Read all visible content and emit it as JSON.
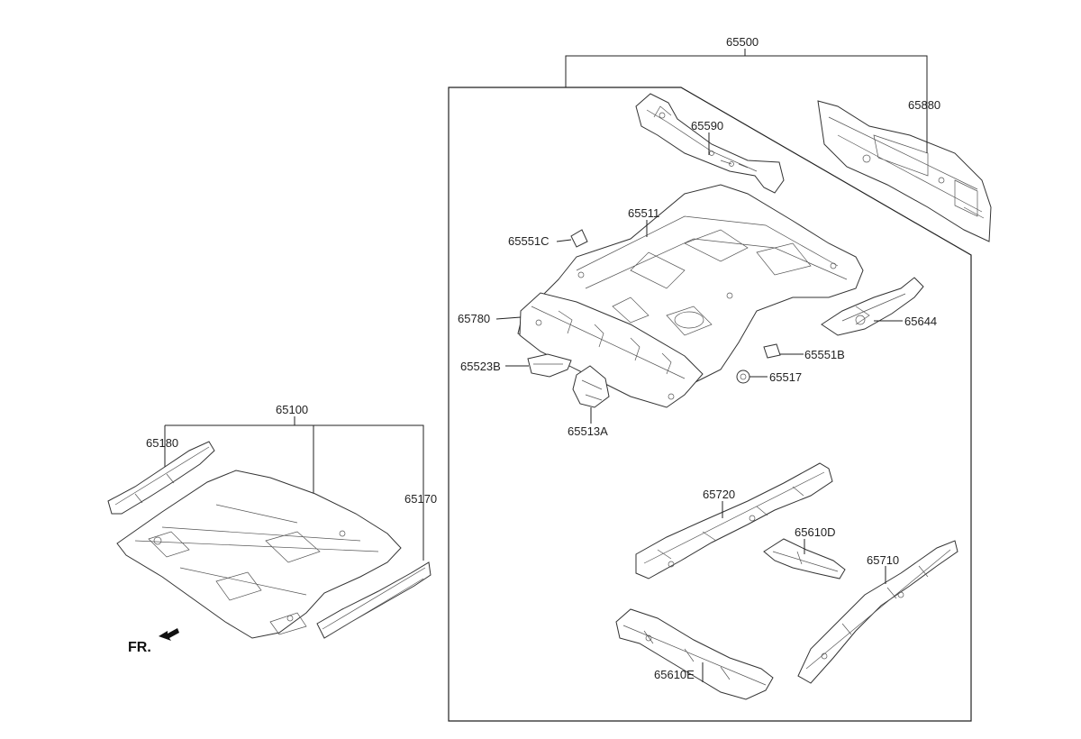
{
  "labels": {
    "p65500": "65500",
    "p65880": "65880",
    "p65590": "65590",
    "p65511": "65511",
    "p65551C": "65551C",
    "p65780": "65780",
    "p65644": "65644",
    "p65551B": "65551B",
    "p65523B": "65523B",
    "p65517": "65517",
    "p65513A": "65513A",
    "p65720": "65720",
    "p65610D": "65610D",
    "p65710": "65710",
    "p65610E": "65610E",
    "p65100": "65100",
    "p65180": "65180",
    "p65170": "65170"
  },
  "direction_label": "FR."
}
